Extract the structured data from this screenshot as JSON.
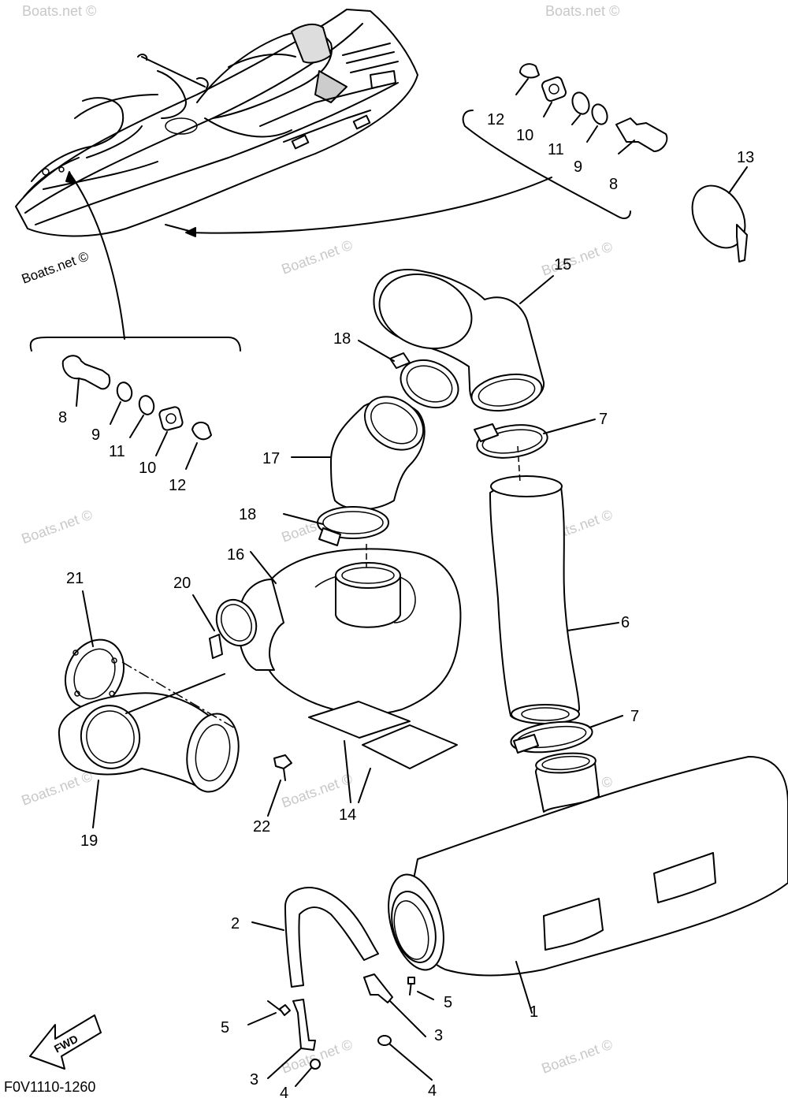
{
  "diagram": {
    "code": "F0V1110-1260",
    "fwd_label": "FWD",
    "watermark": "Boats.net ©",
    "callouts": {
      "p1": "1",
      "p2": "2",
      "p3a": "3",
      "p3b": "3",
      "p4a": "4",
      "p4b": "4",
      "p5a": "5",
      "p5b": "5",
      "p6": "6",
      "p7a": "7",
      "p7b": "7",
      "p8a": "8",
      "p8b": "8",
      "p9a": "9",
      "p9b": "9",
      "p10a": "10",
      "p10b": "10",
      "p11a": "11",
      "p11b": "11",
      "p12a": "12",
      "p12b": "12",
      "p13": "13",
      "p14": "14",
      "p15": "15",
      "p16": "16",
      "p17": "17",
      "p18a": "18",
      "p18b": "18",
      "p19": "19",
      "p20": "20",
      "p21": "21",
      "p22": "22"
    }
  }
}
